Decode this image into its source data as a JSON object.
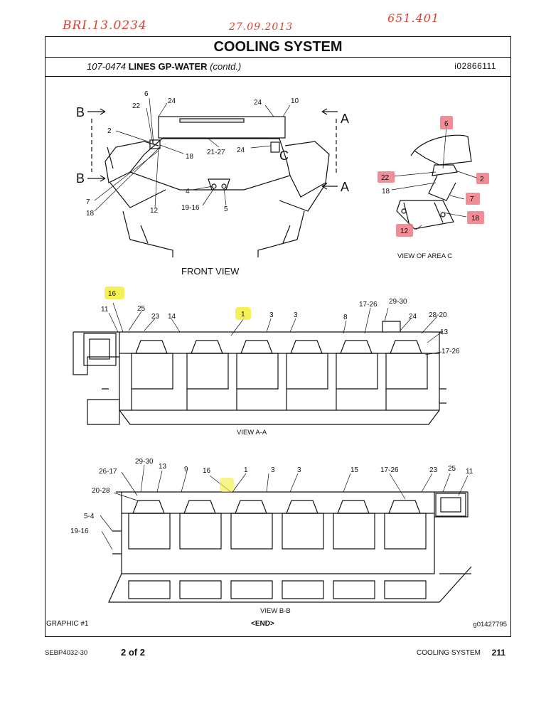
{
  "annotations": {
    "ref_code": "BRI.13.0234",
    "date": "27.09.2013",
    "number": "651.401"
  },
  "header": {
    "title": "COOLING SYSTEM",
    "part_number": "107-0474",
    "part_name": "LINES GP-WATER",
    "part_suffix": "(contd.)",
    "illustration_id": "i02866111"
  },
  "front_view": {
    "caption": "FRONT VIEW",
    "section_letters": {
      "b_top": "B",
      "b_bottom": "B",
      "a_top": "A",
      "a_bottom": "A",
      "c": "C"
    },
    "callouts": [
      "6",
      "22",
      "24",
      "24",
      "10",
      "2",
      "18",
      "21-27",
      "24",
      "7",
      "18",
      "12",
      "4",
      "19-16",
      "5"
    ]
  },
  "area_c": {
    "caption": "VIEW OF AREA C",
    "callouts": [
      "6",
      "22",
      "2",
      "18",
      "7",
      "18",
      "12"
    ]
  },
  "view_aa": {
    "caption": "VIEW A-A",
    "callouts": [
      "16",
      "11",
      "25",
      "23",
      "14",
      "1",
      "3",
      "3",
      "8",
      "17-26",
      "29-30",
      "24",
      "28-20",
      "13",
      "17-26"
    ]
  },
  "view_bb": {
    "caption": "VIEW B-B",
    "callouts": [
      "29-30",
      "26-17",
      "13",
      "9",
      "16",
      "1",
      "3",
      "3",
      "15",
      "17-26",
      "23",
      "25",
      "11",
      "20-28",
      "5-4",
      "19-16"
    ]
  },
  "footer": {
    "graphic": "GRAPHIC #1",
    "end_marker": "<END>",
    "graphic_id": "g01427795",
    "doc_number": "SEBP4032-30",
    "page_of": "2 of 2",
    "section": "COOLING SYSTEM",
    "page_number": "211"
  },
  "colors": {
    "handwriting": "#d9432f",
    "pink_highlight": "#ef6f7d",
    "yellow_highlight": "#f2ef3a"
  }
}
